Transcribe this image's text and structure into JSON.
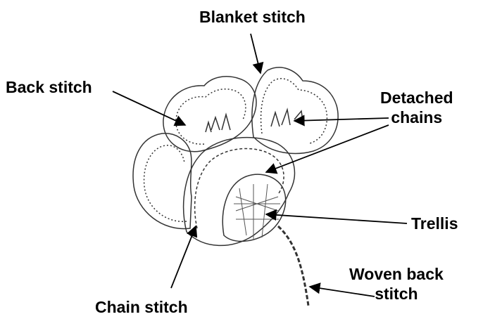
{
  "labels": {
    "blanket_stitch": "Blanket stitch",
    "back_stitch": "Back stitch",
    "detached_chains_line1": "Detached",
    "detached_chains_line2": "chains",
    "trellis": "Trellis",
    "woven_back_stitch_line1": "Woven back",
    "woven_back_stitch_line2": "stitch",
    "chain_stitch": "Chain stitch"
  },
  "colors": {
    "ink": "#000000",
    "stitch": "#333333",
    "background": "#ffffff"
  }
}
